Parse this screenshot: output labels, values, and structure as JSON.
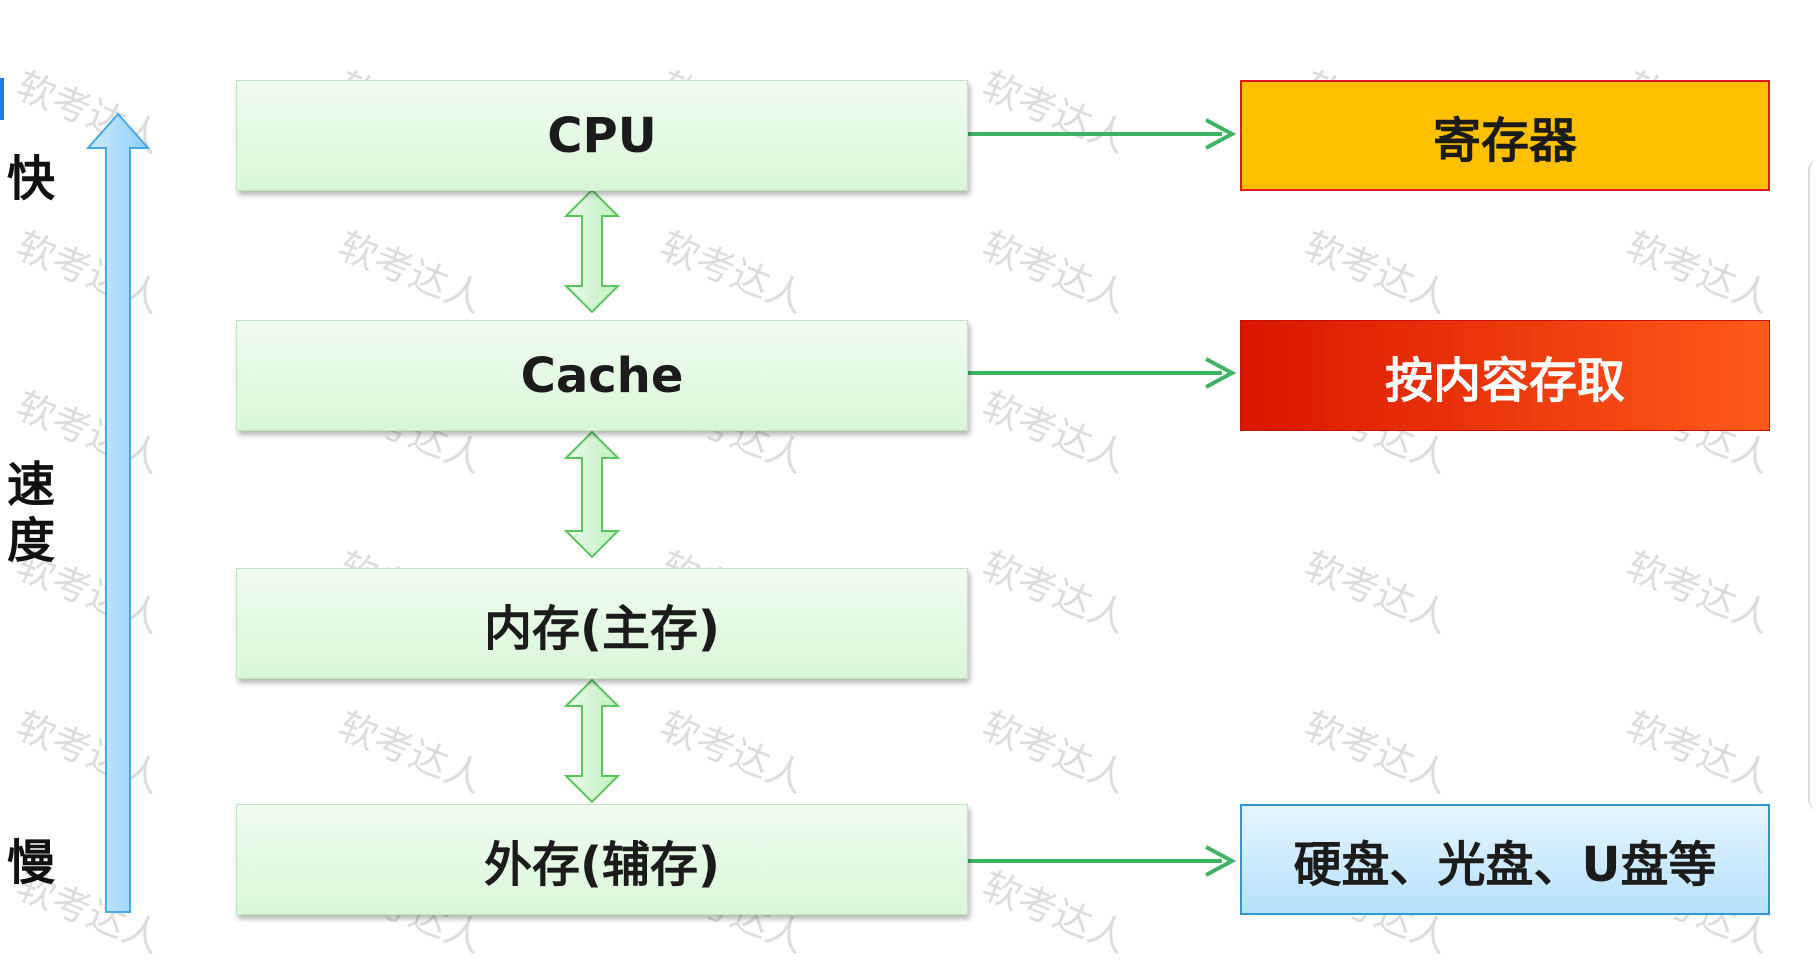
{
  "speed_labels": {
    "fast": "快",
    "speed": "速",
    "degree": "度",
    "slow": "慢"
  },
  "hierarchy": [
    {
      "label": "CPU"
    },
    {
      "label": "Cache"
    },
    {
      "label": "内存(主存)"
    },
    {
      "label": "外存(辅存)"
    }
  ],
  "side_boxes": {
    "register": "寄存器",
    "content_addressed": "按内容存取",
    "disk_examples": "硬盘、光盘、U盘等"
  },
  "watermark": "软考达人",
  "colors": {
    "level_fill": "#d9f6d9",
    "arrow_green": "#3cb464",
    "register_fill": "#ffc000",
    "register_border": "#e41a1a",
    "content_fill": "#e82800",
    "disk_fill": "#b7e1fc",
    "speed_arrow": "#8fd0fb"
  }
}
